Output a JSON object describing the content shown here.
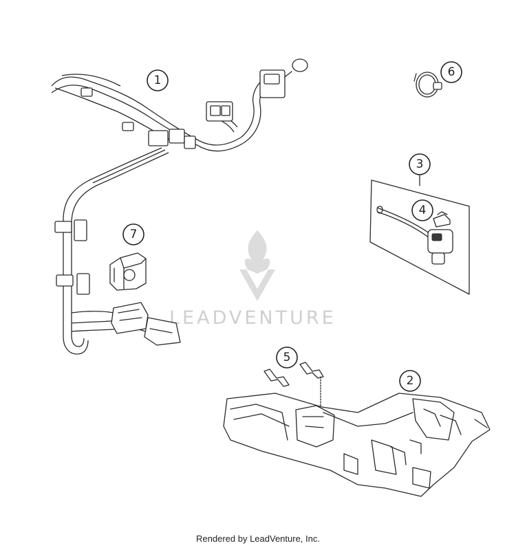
{
  "callouts": {
    "c1": "1",
    "c2": "2",
    "c3": "3",
    "c4": "4",
    "c5": "5",
    "c6": "6",
    "c7": "7"
  },
  "watermark": {
    "text": "LEADVENTURE",
    "color": "#cfcfcf"
  },
  "footer": {
    "text": "Rendered by LeadVenture, Inc."
  }
}
